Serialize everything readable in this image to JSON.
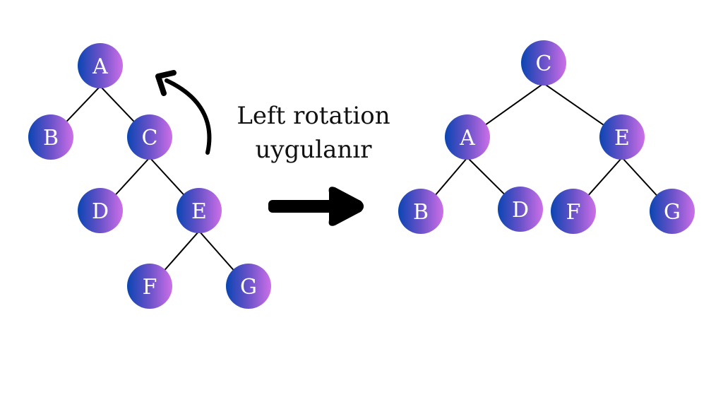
{
  "caption": {
    "line1": "Left rotation",
    "line2": "uygulanır"
  },
  "colors": {
    "node_gradient_start": "#0b45b3",
    "node_gradient_mid": "#6a52c9",
    "node_gradient_end": "#cd6fe8",
    "edge": "#000000",
    "arrow": "#000000",
    "label": "#ffffff"
  },
  "before_tree": {
    "name": "before-rotation",
    "nodes": [
      {
        "id": "A",
        "label": "A"
      },
      {
        "id": "B",
        "label": "B"
      },
      {
        "id": "C",
        "label": "C"
      },
      {
        "id": "D",
        "label": "D"
      },
      {
        "id": "E",
        "label": "E"
      },
      {
        "id": "F",
        "label": "F"
      },
      {
        "id": "G",
        "label": "G"
      }
    ],
    "edges": [
      [
        "A",
        "B"
      ],
      [
        "A",
        "C"
      ],
      [
        "C",
        "D"
      ],
      [
        "C",
        "E"
      ],
      [
        "E",
        "F"
      ],
      [
        "E",
        "G"
      ]
    ]
  },
  "after_tree": {
    "name": "after-rotation",
    "nodes": [
      {
        "id": "C",
        "label": "C"
      },
      {
        "id": "A",
        "label": "A"
      },
      {
        "id": "E",
        "label": "E"
      },
      {
        "id": "B",
        "label": "B"
      },
      {
        "id": "D",
        "label": "D"
      },
      {
        "id": "F",
        "label": "F"
      },
      {
        "id": "G",
        "label": "G"
      }
    ],
    "edges": [
      [
        "C",
        "A"
      ],
      [
        "C",
        "E"
      ],
      [
        "A",
        "B"
      ],
      [
        "A",
        "D"
      ],
      [
        "E",
        "F"
      ],
      [
        "E",
        "G"
      ]
    ]
  },
  "icons": {
    "rotation_arrow": "curved-arrow-icon",
    "transform_arrow": "right-arrow-icon"
  }
}
